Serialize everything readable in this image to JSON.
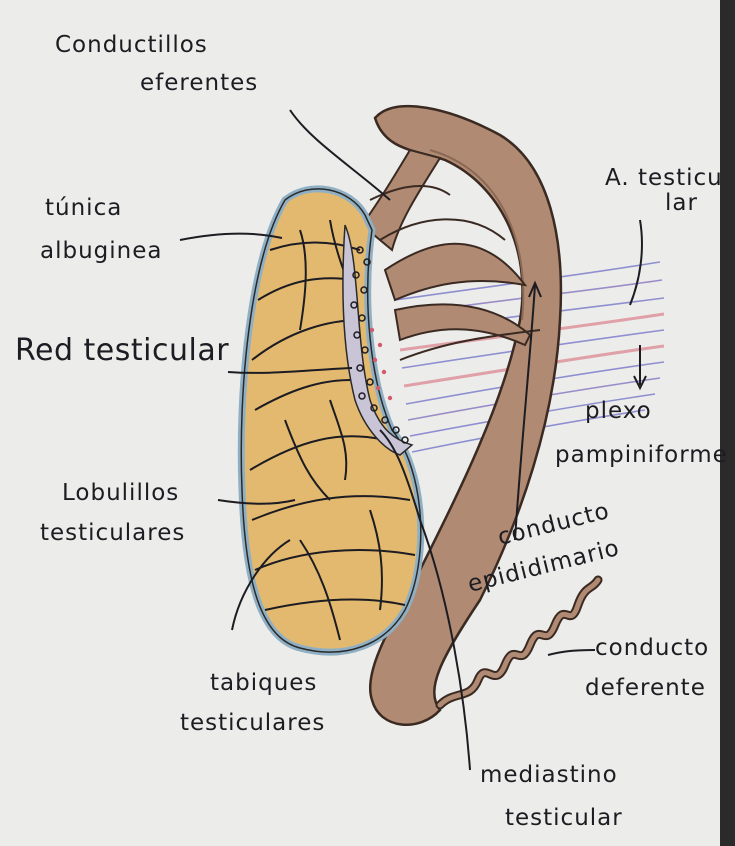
{
  "diagram": {
    "labels": {
      "conductillos_1": "Conductillos",
      "conductillos_2": "eferentes",
      "tunica_1": "túnica",
      "tunica_2": "albuginea",
      "red_testicular": "Red testicular",
      "lobulillos_1": "Lobulillos",
      "lobulillos_2": "testiculares",
      "tabiques_1": "tabiques",
      "tabiques_2": "testiculares",
      "arteria_1": "A. testicu",
      "arteria_2": "lar",
      "plexo_1": "plexo",
      "plexo_2": "pampiniforme",
      "epididimario_1": "conducto",
      "epididimario_2": "epididimario",
      "deferente_1": "conducto",
      "deferente_2": "deferente",
      "mediastino_1": "mediastino",
      "mediastino_2": "testicular"
    },
    "colors": {
      "paper": "#ececea",
      "epididymis": "#b08a72",
      "tunica": "#8fb0c4",
      "parenchyma": "#e3b96f",
      "ink": "#1c1c22",
      "plexus_blue": "#8e8fd0",
      "plexus_red": "#e0a0a8"
    }
  }
}
